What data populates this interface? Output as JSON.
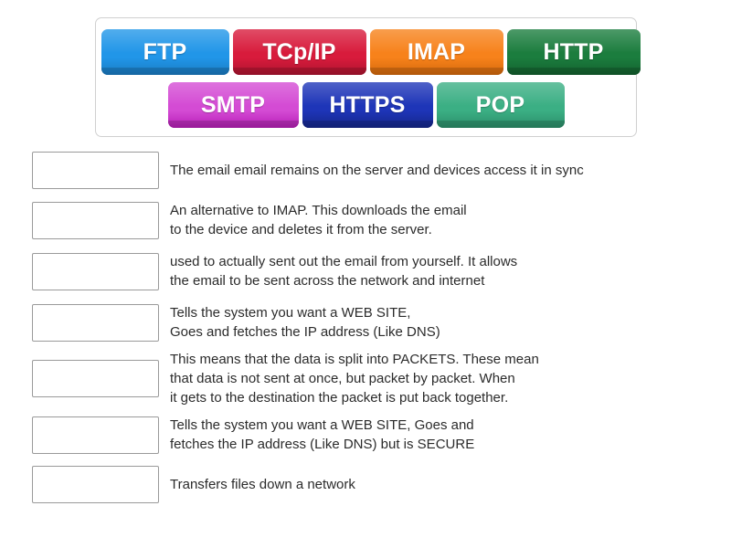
{
  "activity": {
    "type": "match-up",
    "background_color": "#ffffff",
    "text_color": "#2b2b2b"
  },
  "tray": {
    "border_color": "#d0d0d0",
    "rows": [
      {
        "tiles": [
          {
            "label": "FTP",
            "color": "#2196e8",
            "color_dark": "#1a7cc4",
            "width": 140
          },
          {
            "label": "TCp/IP",
            "color": "#d81b3c",
            "color_dark": "#b01430",
            "width": 146
          },
          {
            "label": "IMAP",
            "color": "#f7821b",
            "color_dark": "#d66a0c",
            "width": 146
          },
          {
            "label": "HTTP",
            "color": "#1b7d3e",
            "color_dark": "#14622f",
            "width": 146
          }
        ]
      },
      {
        "tiles": [
          {
            "label": "SMTP",
            "color": "#d44bd4",
            "color_dark": "#b81eb8",
            "width": 143
          },
          {
            "label": "HTTPS",
            "color": "#1e35b8",
            "color_dark": "#15278c",
            "width": 143
          },
          {
            "label": "POP",
            "color": "#3baf84",
            "color_dark": "#2c8f6a",
            "width": 140
          }
        ]
      }
    ]
  },
  "questions": [
    {
      "answer": "",
      "definition": "The email email remains on the server and devices access it in sync"
    },
    {
      "answer": "",
      "definition": "An alternative to IMAP. This downloads the email\nto the device and deletes it from the server."
    },
    {
      "answer": "",
      "definition": "used to actually sent out the email from yourself. It allows\nthe email to be sent across the network and internet"
    },
    {
      "answer": "",
      "definition": "Tells the system you want a WEB SITE,\nGoes and fetches the IP address (Like DNS)"
    },
    {
      "answer": "",
      "definition": "This means that the data is split into PACKETS. These mean\nthat data is not sent at once, but packet by packet. When\nit gets to the destination the packet is put back together."
    },
    {
      "answer": "",
      "definition": "Tells the system you want a WEB SITE, Goes and\nfetches the IP address (Like DNS) but is SECURE"
    },
    {
      "answer": "",
      "definition": "Transfers files down a network"
    }
  ]
}
